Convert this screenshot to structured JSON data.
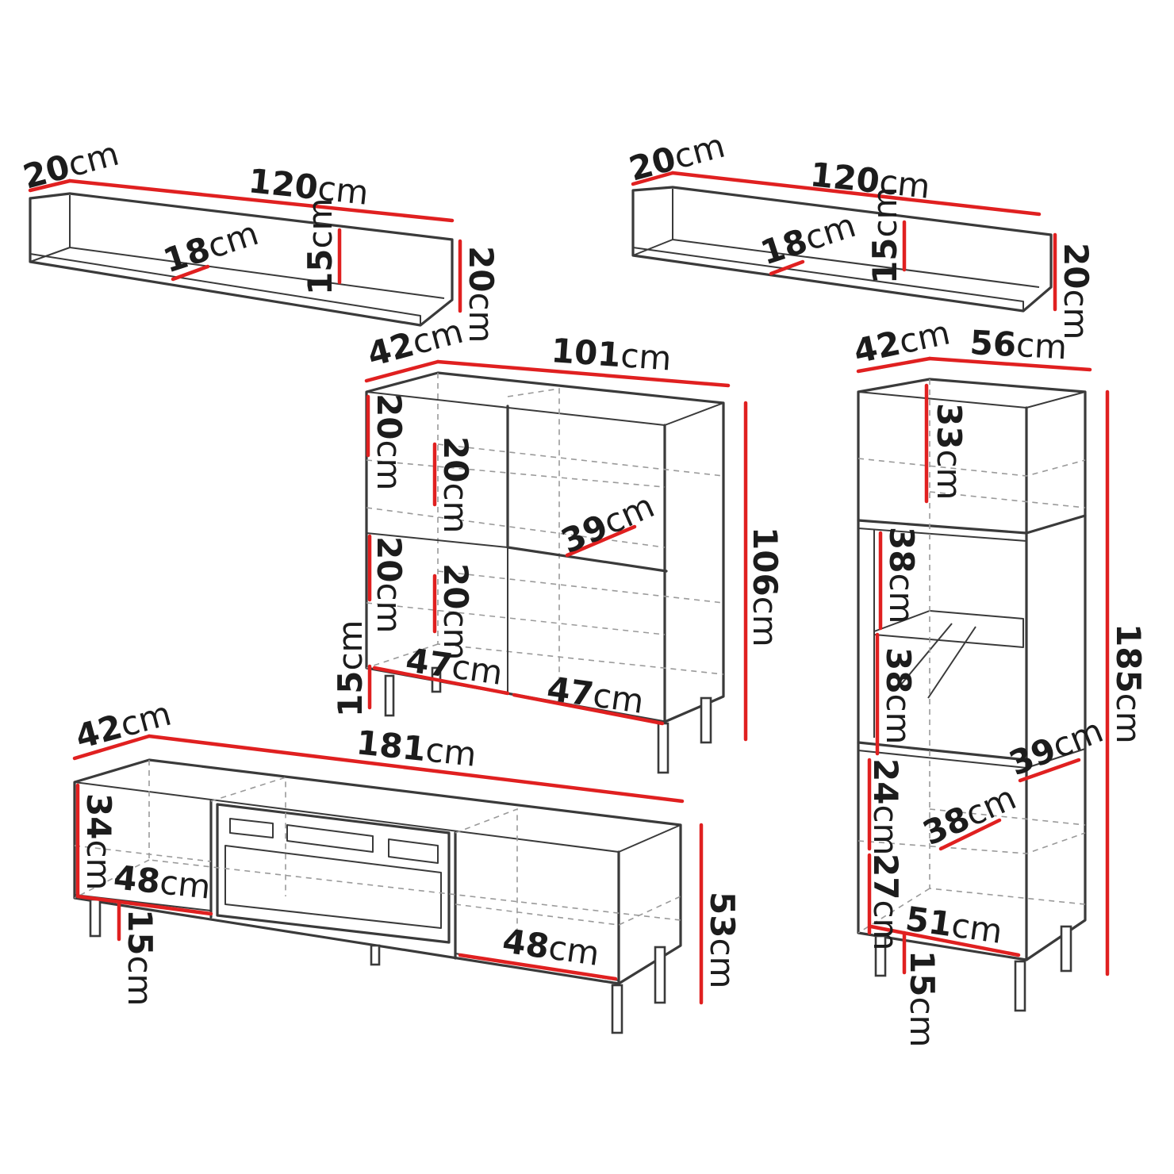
{
  "colors": {
    "dimension_line": "#e02020",
    "outline": "#3a3a3a",
    "hidden_line": "#9a9a9a",
    "background": "#ffffff"
  },
  "shelf_left": {
    "depth": "20",
    "width": "120",
    "inner_depth": "18",
    "inner_height": "15",
    "height": "20"
  },
  "shelf_right": {
    "depth": "20",
    "width": "120",
    "inner_depth": "18",
    "inner_height": "15",
    "height": "20"
  },
  "highboard": {
    "depth": "42",
    "width": "101",
    "height": "106",
    "legs": "15",
    "inner_depth": "39",
    "comp_left_top": "20",
    "comp_mid_top": "20",
    "comp_left_bottom": "20",
    "comp_mid_bottom": "20",
    "comp_width_left": "47",
    "comp_width_right": "47"
  },
  "tall_cabinet": {
    "depth": "42",
    "width": "56",
    "height": "185",
    "legs": "15",
    "top_comp": "33",
    "mid_comp_1": "38",
    "mid_comp_2": "38",
    "low_comp_1": "24",
    "low_comp_2": "27",
    "inner_depth_1": "39",
    "inner_depth_2": "38",
    "inner_width": "51"
  },
  "tv_unit": {
    "depth": "42",
    "width": "181",
    "height": "53",
    "legs": "15",
    "side_comp_height": "34",
    "left_comp_width": "48",
    "right_comp_width": "48"
  },
  "unit": "cm"
}
